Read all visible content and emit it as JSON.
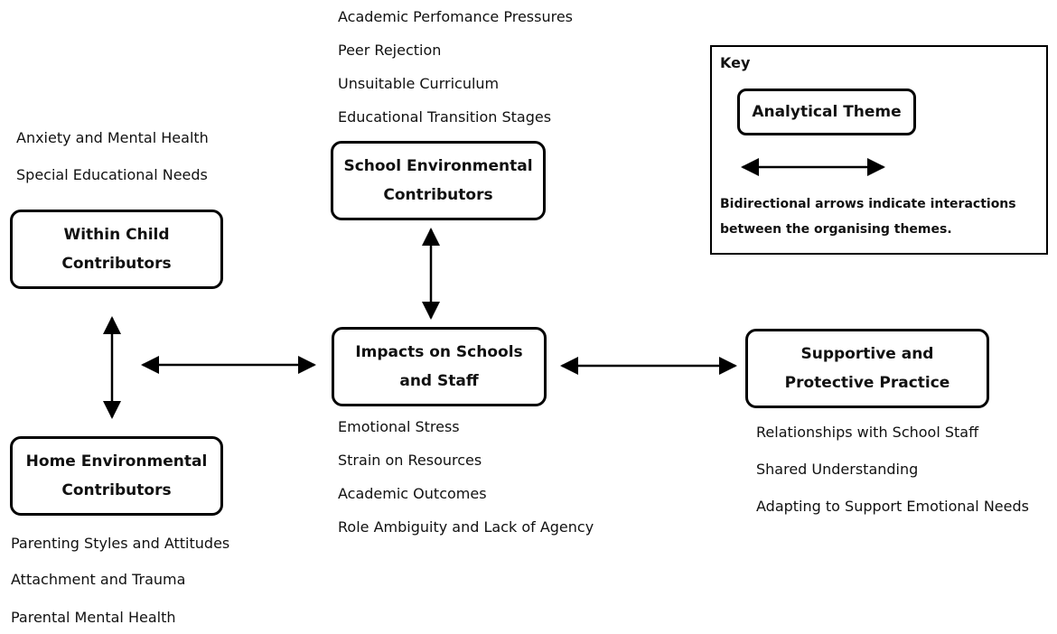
{
  "themes": {
    "school": {
      "line1": "School Environmental",
      "line2": "Contributors"
    },
    "within_child": {
      "line1": "Within Child",
      "line2": "Contributors"
    },
    "impacts": {
      "line1": "Impacts on Schools",
      "line2": "and Staff"
    },
    "supportive": {
      "line1": "Supportive and",
      "line2": "Protective Practice"
    },
    "home": {
      "line1": "Home Environmental",
      "line2": "Contributors"
    }
  },
  "subthemes": {
    "school": [
      "Academic Perfomance Pressures",
      "Peer Rejection",
      "Unsuitable Curriculum",
      "Educational Transition Stages"
    ],
    "within_child": [
      "Anxiety and Mental Health",
      "Special Educational Needs"
    ],
    "impacts": [
      "Emotional Stress",
      "Strain on Resources",
      "Academic Outcomes",
      "Role Ambiguity and Lack of Agency"
    ],
    "supportive": [
      "Relationships with School Staff",
      "Shared Understanding",
      "Adapting to Support Emotional Needs"
    ],
    "home": [
      "Parenting Styles and Attitudes",
      "Attachment and Trauma",
      "Parental Mental Health"
    ]
  },
  "key": {
    "title": "Key",
    "example_theme": "Analytical Theme",
    "description_line1": "Bidirectional arrows indicate interactions",
    "description_line2": "between the organising themes."
  }
}
